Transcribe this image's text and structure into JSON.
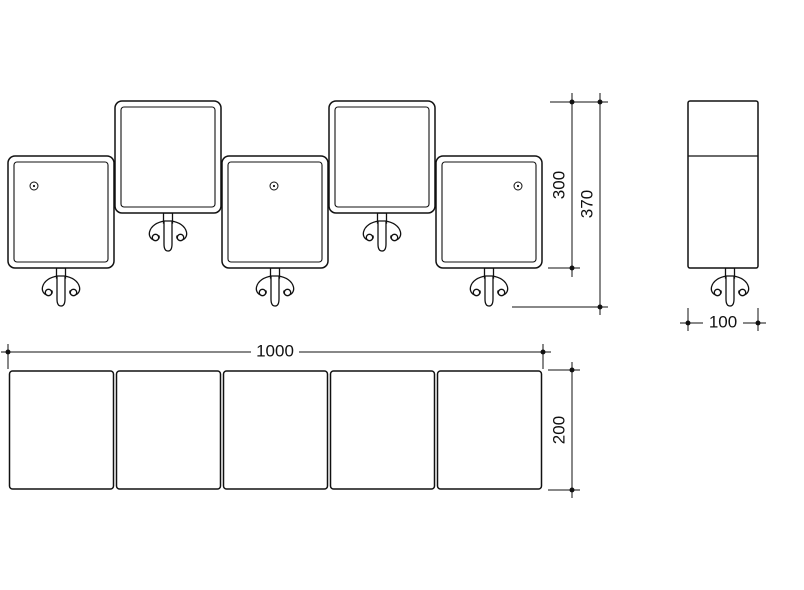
{
  "colors": {
    "line": "#111111",
    "background": "#ffffff"
  },
  "drawing": {
    "type": "technical-dimension-drawing",
    "subject": "wall-mounted coat hook panel rail with 5 square panels and double hooks",
    "views": {
      "front": {
        "label": "front-elevation",
        "panel_count": 5,
        "hook_count": 5,
        "screw_count": 3
      },
      "side": {
        "label": "side-view",
        "hook_count": 1
      },
      "plan": {
        "label": "plan-view",
        "panel_count": 5
      }
    },
    "dimensions": {
      "panel_band_height": "300",
      "total_height": "370",
      "total_width": "1000",
      "plan_depth": "200",
      "side_width": "100"
    }
  }
}
